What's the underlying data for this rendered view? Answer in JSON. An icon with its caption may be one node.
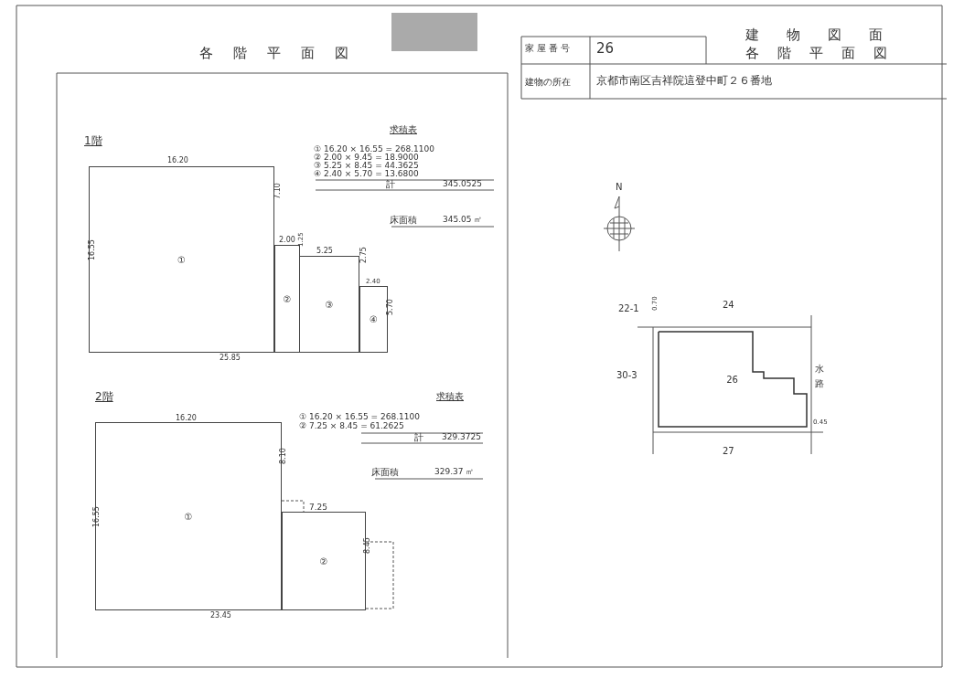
{
  "diagram": {
    "title": "各階平面図",
    "nodes": [
      {
        "text": [
          "①"
        ]
      },
      {
        "text": [
          "②"
        ]
      },
      {
        "text": [
          "③"
        ]
      },
      {
        "text": [
          "④"
        ]
      },
      {
        "text": [
          "①"
        ]
      },
      {
        "text": [
          "②"
        ]
      },
      {
        "text": [
          "26"
        ]
      }
    ],
    "labels": [
      "家屋番号",
      "26",
      "建物図面",
      "各階平面図",
      "建物の所在",
      "京都市南区吉祥院這登中町２６番地",
      "1階",
      "求積表",
      "① 16.20 × 16.55 = 268.1100",
      "② 2.00 × 9.45 = 18.9000",
      "③ 5.25 × 8.45 = 44.3625",
      "④ 2.40 × 5.70 = 13.6800",
      "計",
      "345.0525",
      "床面積",
      "345.05 ㎡",
      "16.20",
      "7.10",
      "16.55",
      "2.00",
      "1.25",
      "5.25",
      "2.75",
      "2.40",
      "5.70",
      "25.85",
      "2階",
      "求積表",
      "① 16.20 × 16.55 = 268.1100",
      "② 7.25 × 8.45 = 61.2625",
      "計",
      "329.3725",
      "床面積",
      "329.37 ㎡",
      "16.20",
      "8.10",
      "16.55",
      "7.25",
      "8.45",
      "23.45",
      "N",
      "22-1",
      "24",
      "0.70",
      "30-3",
      "水路",
      "0.45",
      "27"
    ]
  }
}
